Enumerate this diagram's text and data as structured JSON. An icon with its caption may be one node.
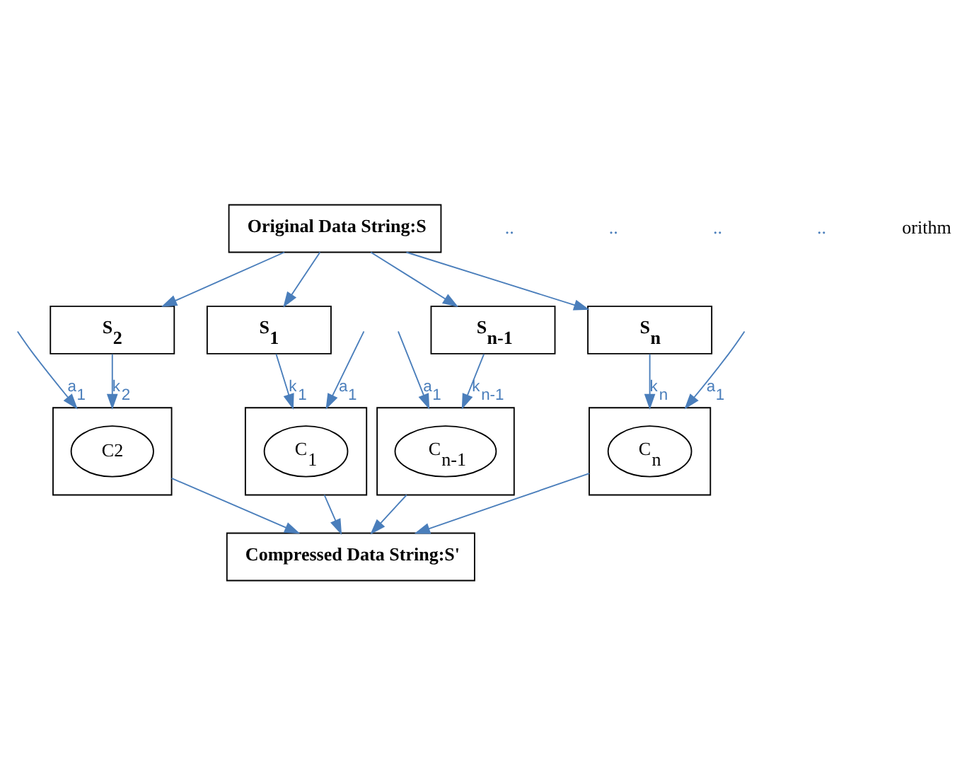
{
  "diagram": {
    "nodes": [
      {
        "text": [
          "Original Data String:S"
        ]
      },
      {
        "text": [
          "S$_{1}$"
        ]
      },
      {
        "text": [
          "S$_{2}$"
        ]
      },
      {
        "text": [
          "S$_{n-1}$"
        ]
      },
      {
        "text": [
          "S$_{n}$"
        ]
      },
      {
        "text": [],
        "shape": "box"
      },
      {
        "text": [
          "C$_{1}$"
        ],
        "in": 5
      },
      {
        "text": [],
        "shape": "box"
      },
      {
        "text": [
          "C2"
        ],
        "in": 7
      },
      {
        "text": [],
        "shape": "box"
      },
      {
        "text": [
          "C$_{n-1}$"
        ],
        "in": 9
      },
      {
        "text": [],
        "shape": "box"
      },
      {
        "text": [
          "C$_{n}$"
        ],
        "in": 11
      },
      {
        "text": [
          "Compressed Data String:S'"
        ]
      }
    ],
    "edges": [
      {
        "from": 0,
        "to": 1,
        "arrow": "to"
      },
      {
        "from": 0,
        "to": 2,
        "arrow": "to"
      },
      {
        "from": 0,
        "to": 3,
        "arrow": "to"
      },
      {
        "from": 0,
        "to": 4,
        "arrow": "to"
      },
      {
        "from": 1,
        "to": 5,
        "arrow": "to",
        "label": "k$_{1}$"
      },
      {
        "from": 2,
        "to": 7,
        "arrow": "to",
        "label": "k$_{2}$"
      },
      {
        "from": 3,
        "to": 9,
        "arrow": "to",
        "label": "k$_{n-1}$"
      },
      {
        "from": 4,
        "to": 11,
        "arrow": "to",
        "label": "k$_{n}$"
      },
      {
        "from": null,
        "to": 5,
        "arrow": "to",
        "label": "a$_{1}$"
      },
      {
        "from": null,
        "to": 7,
        "arrow": "to",
        "label": "a$_{1}$"
      },
      {
        "from": null,
        "to": 9,
        "arrow": "to",
        "label": "a$_{1}$"
      },
      {
        "from": null,
        "to": 11,
        "arrow": "to",
        "label": "a$_{1}$"
      },
      {
        "from": 5,
        "to": 13,
        "arrow": "to"
      },
      {
        "from": 7,
        "to": 13,
        "arrow": "to"
      },
      {
        "from": 9,
        "to": 13,
        "arrow": "to"
      },
      {
        "from": 11,
        "to": 13,
        "arrow": "to"
      }
    ],
    "labels": [
      "..",
      "..",
      "..",
      "..",
      "orithm"
    ]
  }
}
